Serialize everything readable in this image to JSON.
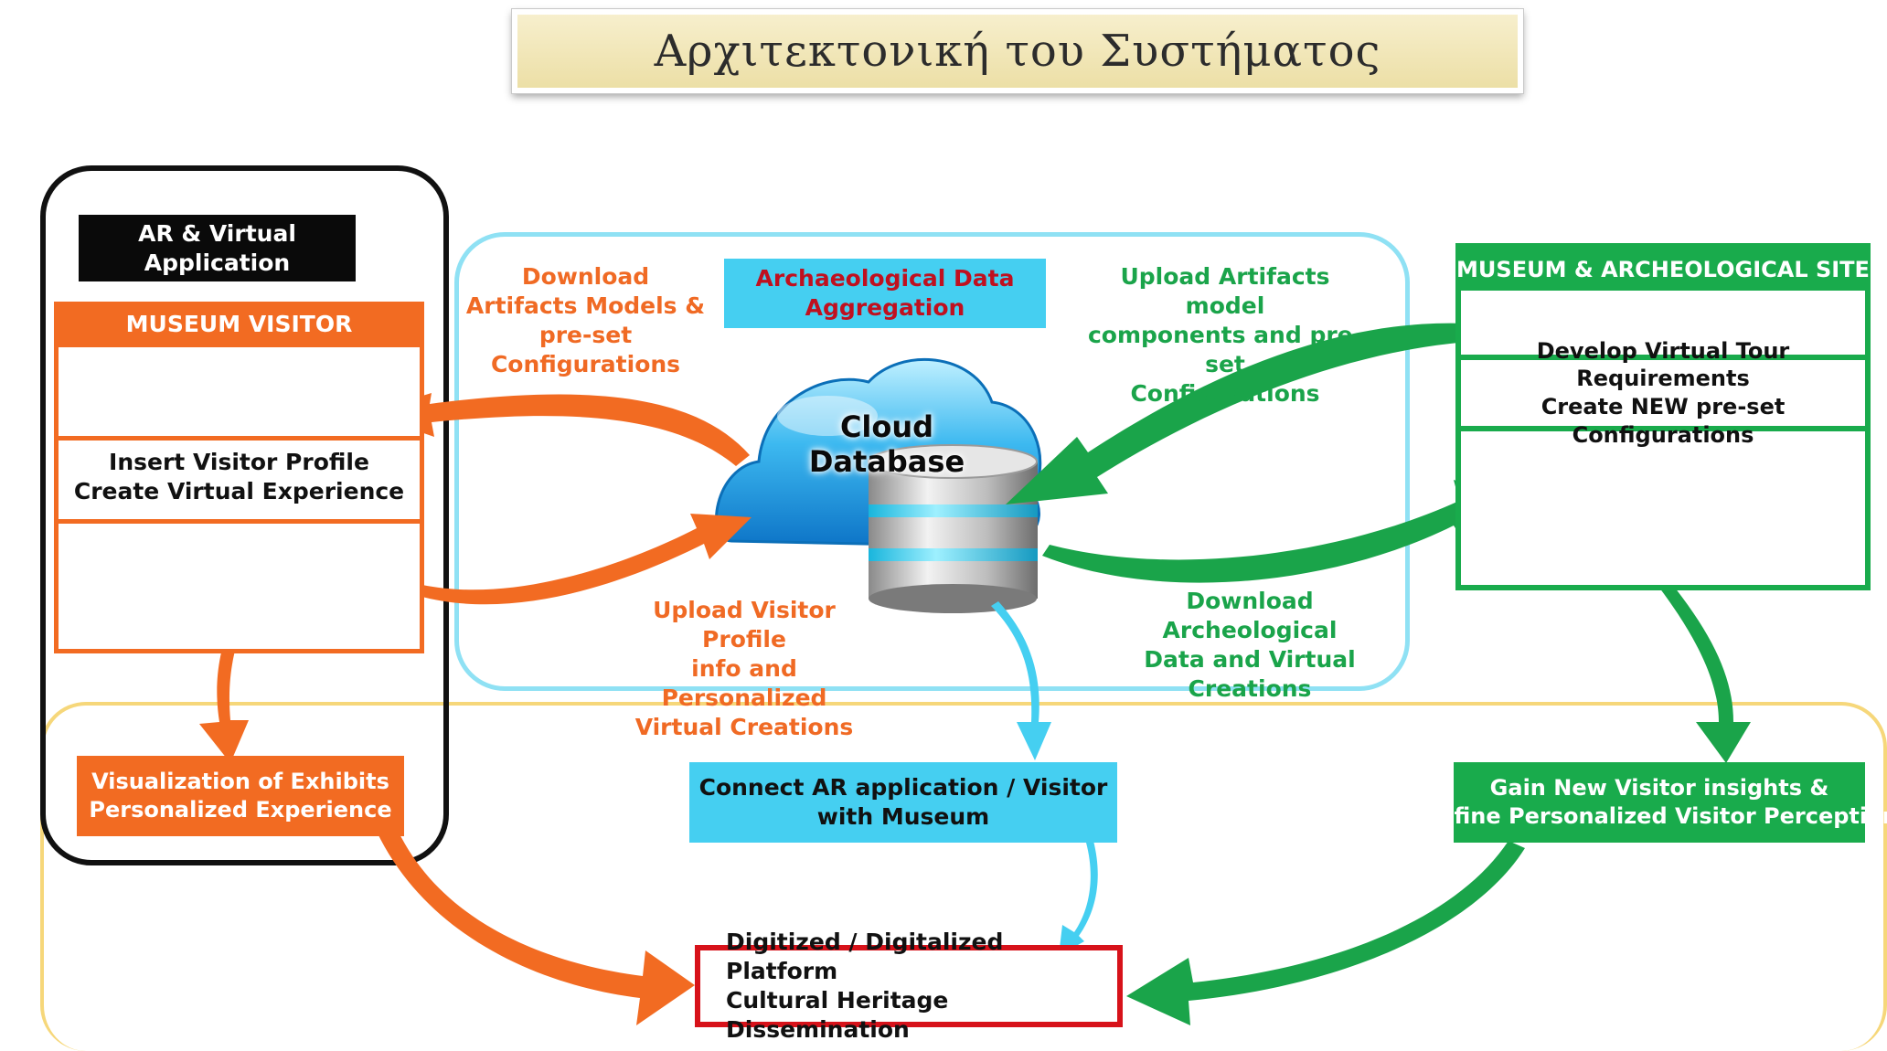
{
  "title": "Αρχιτεκτονική του Συστήματος",
  "ar_app_label": "AR & Virtual Application",
  "museum_visitor": {
    "header": "MUSEUM VISITOR",
    "line1": "Insert Visitor Profile",
    "line2": "Create Virtual Experience"
  },
  "aggregation": {
    "line1": "Archaeological Data",
    "line2": "Aggregation"
  },
  "download_models": {
    "line1": "Download",
    "line2": "Artifacts Models &",
    "line3": "pre-set",
    "line4": "Configurations"
  },
  "upload_artifacts": {
    "line1": "Upload Artifacts model",
    "line2": "components and pre-set",
    "line3": "Configurations"
  },
  "cloud_label": "Cloud Database",
  "upload_visitor": {
    "line1": "Upload Visitor Profile",
    "line2": "info and Personalized",
    "line3": "Virtual  Creations"
  },
  "download_arch": {
    "line1": "Download  Archeological",
    "line2": "Data and Virtual",
    "line3": "Creations"
  },
  "museum_site": {
    "header": "MUSEUM  & ARCHEOLOGICAL SITE",
    "line1": "Develop Virtual Tour Requirements",
    "line2": "Create NEW pre-set Configurations"
  },
  "visualization": {
    "line1": "Visualization of Exhibits",
    "line2": "Personalized Experience"
  },
  "connect": {
    "line1": "Connect AR application / Visitor",
    "line2": "with Museum"
  },
  "gain": {
    "line1": "Gain New Visitor insights  &",
    "line2": "Define Personalized Visitor Perception"
  },
  "digitized": {
    "line1": "Digitized / Digitalized Platform",
    "line2": "Cultural Heritage Dissemination"
  },
  "colors": {
    "orange": "#f26b22",
    "green": "#19ab4c",
    "cyan": "#45cff1",
    "red": "#d7121a",
    "yellow_frame": "#f6d77a"
  }
}
